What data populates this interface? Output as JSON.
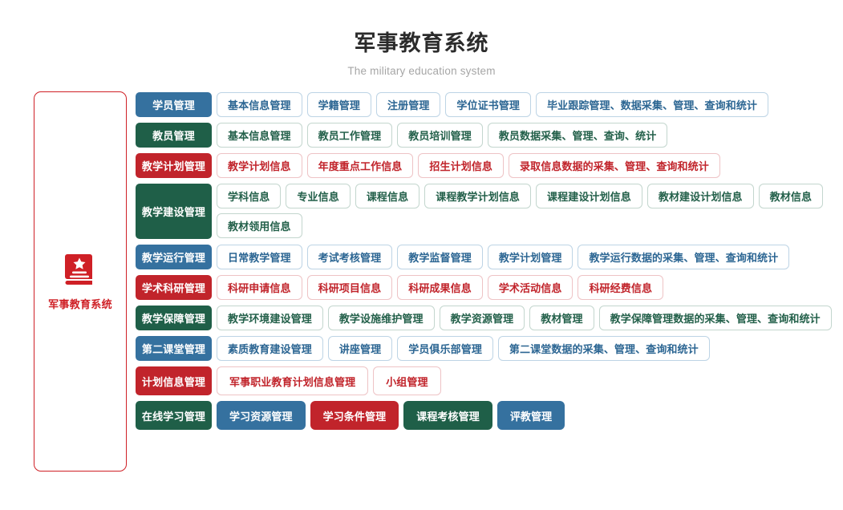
{
  "header": {
    "title": "军事教育系统",
    "subtitle": "The military education system"
  },
  "root": {
    "label": "军事教育系统",
    "icon": "book-star-icon",
    "color": "#cf2026"
  },
  "colors": {
    "blue": "#35719f",
    "green": "#1f5f48",
    "red": "#c1242b",
    "title_text": "#2b2b2b",
    "subtitle_text": "#a6a6a6",
    "background": "#ffffff"
  },
  "rows": [
    {
      "label": "学员管理",
      "theme": "blue",
      "children": [
        {
          "label": "基本信息管理",
          "style": "outline",
          "theme": "blue"
        },
        {
          "label": "学籍管理",
          "style": "outline",
          "theme": "blue"
        },
        {
          "label": "注册管理",
          "style": "outline",
          "theme": "blue"
        },
        {
          "label": "学位证书管理",
          "style": "outline",
          "theme": "blue"
        },
        {
          "label": "毕业跟踪管理、数据采集、管理、查询和统计",
          "style": "outline",
          "theme": "blue"
        }
      ]
    },
    {
      "label": "教员管理",
      "theme": "green",
      "children": [
        {
          "label": "基本信息管理",
          "style": "outline",
          "theme": "green"
        },
        {
          "label": "教员工作管理",
          "style": "outline",
          "theme": "green"
        },
        {
          "label": "教员培训管理",
          "style": "outline",
          "theme": "green"
        },
        {
          "label": "教员数据采集、管理、查询、统计",
          "style": "outline",
          "theme": "green"
        }
      ]
    },
    {
      "label": "教学计划管理",
      "theme": "red",
      "children": [
        {
          "label": "教学计划信息",
          "style": "outline",
          "theme": "red"
        },
        {
          "label": "年度重点工作信息",
          "style": "outline",
          "theme": "red"
        },
        {
          "label": "招生计划信息",
          "style": "outline",
          "theme": "red"
        },
        {
          "label": "录取信息数据的采集、管理、查询和统计",
          "style": "outline",
          "theme": "red"
        }
      ]
    },
    {
      "label": "教学建设管理",
      "theme": "green",
      "size": "tall",
      "children": [
        {
          "label": "学科信息",
          "style": "outline",
          "theme": "green"
        },
        {
          "label": "专业信息",
          "style": "outline",
          "theme": "green"
        },
        {
          "label": "课程信息",
          "style": "outline",
          "theme": "green"
        },
        {
          "label": "课程教学计划信息",
          "style": "outline",
          "theme": "green"
        },
        {
          "label": "课程建设计划信息",
          "style": "outline",
          "theme": "green"
        },
        {
          "label": "教材建设计划信息",
          "style": "outline",
          "theme": "green"
        },
        {
          "label": "教材信息",
          "style": "outline",
          "theme": "green"
        },
        {
          "label": "教材领用信息",
          "style": "outline",
          "theme": "green"
        }
      ]
    },
    {
      "label": "教学运行管理",
      "theme": "blue",
      "children": [
        {
          "label": "日常教学管理",
          "style": "outline",
          "theme": "blue"
        },
        {
          "label": "考试考核管理",
          "style": "outline",
          "theme": "blue"
        },
        {
          "label": "教学监督管理",
          "style": "outline",
          "theme": "blue"
        },
        {
          "label": "教学计划管理",
          "style": "outline",
          "theme": "blue"
        },
        {
          "label": "教学运行数据的采集、管理、查询和统计",
          "style": "outline",
          "theme": "blue"
        }
      ]
    },
    {
      "label": "学术科研管理",
      "theme": "red",
      "children": [
        {
          "label": "科研申请信息",
          "style": "outline",
          "theme": "red"
        },
        {
          "label": "科研项目信息",
          "style": "outline",
          "theme": "red"
        },
        {
          "label": "科研成果信息",
          "style": "outline",
          "theme": "red"
        },
        {
          "label": "学术活动信息",
          "style": "outline",
          "theme": "red"
        },
        {
          "label": "科研经费信息",
          "style": "outline",
          "theme": "red"
        }
      ]
    },
    {
      "label": "教学保障管理",
      "theme": "green",
      "children": [
        {
          "label": "教学环境建设管理",
          "style": "outline",
          "theme": "green"
        },
        {
          "label": "教学设施维护管理",
          "style": "outline",
          "theme": "green"
        },
        {
          "label": "教学资源管理",
          "style": "outline",
          "theme": "green"
        },
        {
          "label": "教材管理",
          "style": "outline",
          "theme": "green"
        },
        {
          "label": "教学保障管理数据的采集、管理、查询和统计",
          "style": "outline",
          "theme": "green"
        }
      ]
    },
    {
      "label": "第二课堂管理",
      "theme": "blue",
      "children": [
        {
          "label": "素质教育建设管理",
          "style": "outline",
          "theme": "blue"
        },
        {
          "label": "讲座管理",
          "style": "outline",
          "theme": "blue"
        },
        {
          "label": "学员俱乐部管理",
          "style": "outline",
          "theme": "blue"
        },
        {
          "label": "第二课堂数据的采集、管理、查询和统计",
          "style": "outline",
          "theme": "blue"
        }
      ]
    },
    {
      "label": "计划信息管理",
      "theme": "red",
      "size": "big",
      "children": [
        {
          "label": "军事职业教育计划信息管理",
          "style": "outline",
          "theme": "red"
        },
        {
          "label": "小组管理",
          "style": "outline",
          "theme": "red"
        }
      ]
    },
    {
      "label": "在线学习管理",
      "theme": "green",
      "size": "big",
      "children": [
        {
          "label": "学习资源管理",
          "style": "fill",
          "theme": "blue"
        },
        {
          "label": "学习条件管理",
          "style": "fill",
          "theme": "red"
        },
        {
          "label": "课程考核管理",
          "style": "fill",
          "theme": "green"
        },
        {
          "label": "评教管理",
          "style": "fill",
          "theme": "blue"
        }
      ]
    }
  ]
}
